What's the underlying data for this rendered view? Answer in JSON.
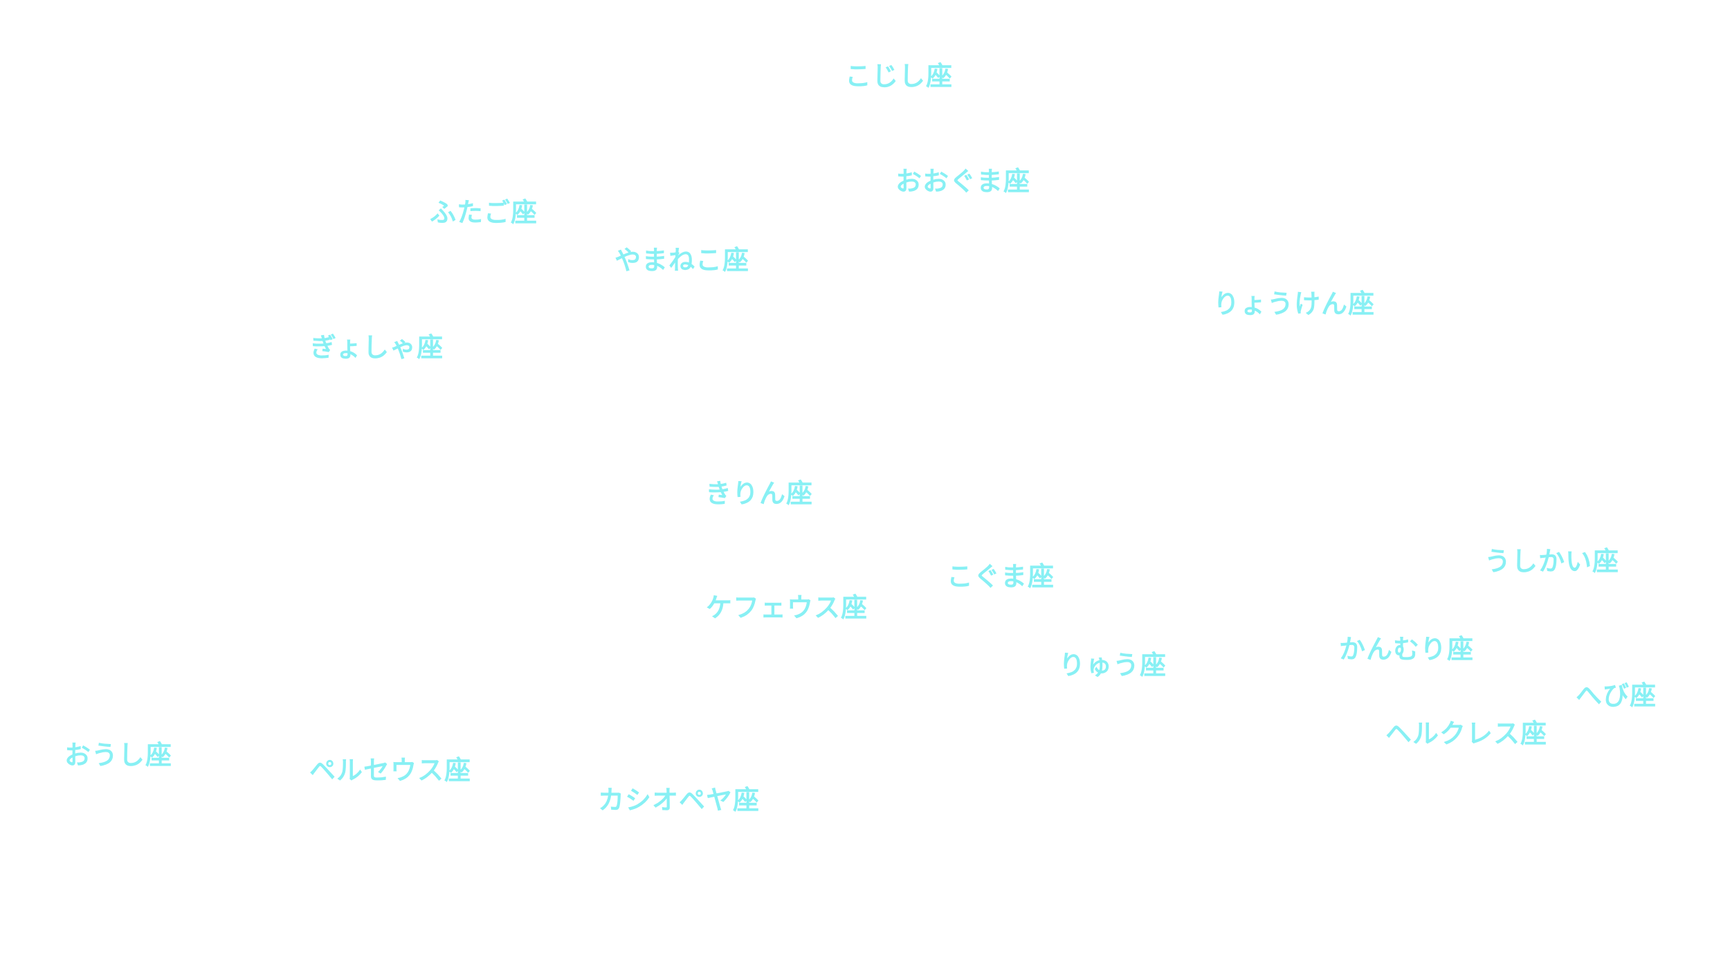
{
  "colors": {
    "background": "#ffffff",
    "label": "#88f0f4"
  },
  "constellations": [
    {
      "id": "koshi",
      "label": "こじし座"
    },
    {
      "id": "ookuma",
      "label": "おおぐま座"
    },
    {
      "id": "futago",
      "label": "ふたご座"
    },
    {
      "id": "yamaneko",
      "label": "やまねこ座"
    },
    {
      "id": "ryouken",
      "label": "りょうけん座"
    },
    {
      "id": "gyosha",
      "label": "ぎょしゃ座"
    },
    {
      "id": "kirin",
      "label": "きりん座"
    },
    {
      "id": "ushikai",
      "label": "うしかい座"
    },
    {
      "id": "koguma",
      "label": "こぐま座"
    },
    {
      "id": "kefeusu",
      "label": "ケフェウス座"
    },
    {
      "id": "kanmuri",
      "label": "かんむり座"
    },
    {
      "id": "ryuu",
      "label": "りゅう座"
    },
    {
      "id": "hebi",
      "label": "へび座"
    },
    {
      "id": "herukuresu",
      "label": "ヘルクレス座"
    },
    {
      "id": "oushi",
      "label": "おうし座"
    },
    {
      "id": "peruseusu",
      "label": "ペルセウス座"
    },
    {
      "id": "kashiopeya",
      "label": "カシオペヤ座"
    }
  ]
}
